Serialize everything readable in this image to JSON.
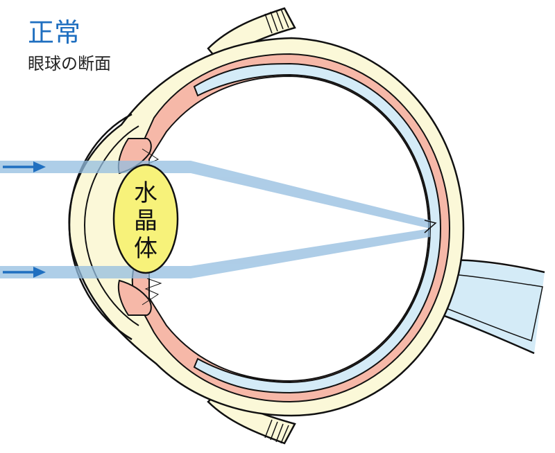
{
  "header": {
    "title": "正常",
    "subtitle": "眼球の断面"
  },
  "labels": {
    "lens_chars": [
      "水",
      "晶",
      "体"
    ]
  },
  "colors": {
    "title": "#1f6fc0",
    "sclera": "#fbf8d8",
    "choroid": "#f6b8a8",
    "retina": "#d4ebf7",
    "lens": "#f7f27a",
    "light_ray": "#93bde0",
    "arrow": "#1f6fc0",
    "outline": "#111111"
  }
}
